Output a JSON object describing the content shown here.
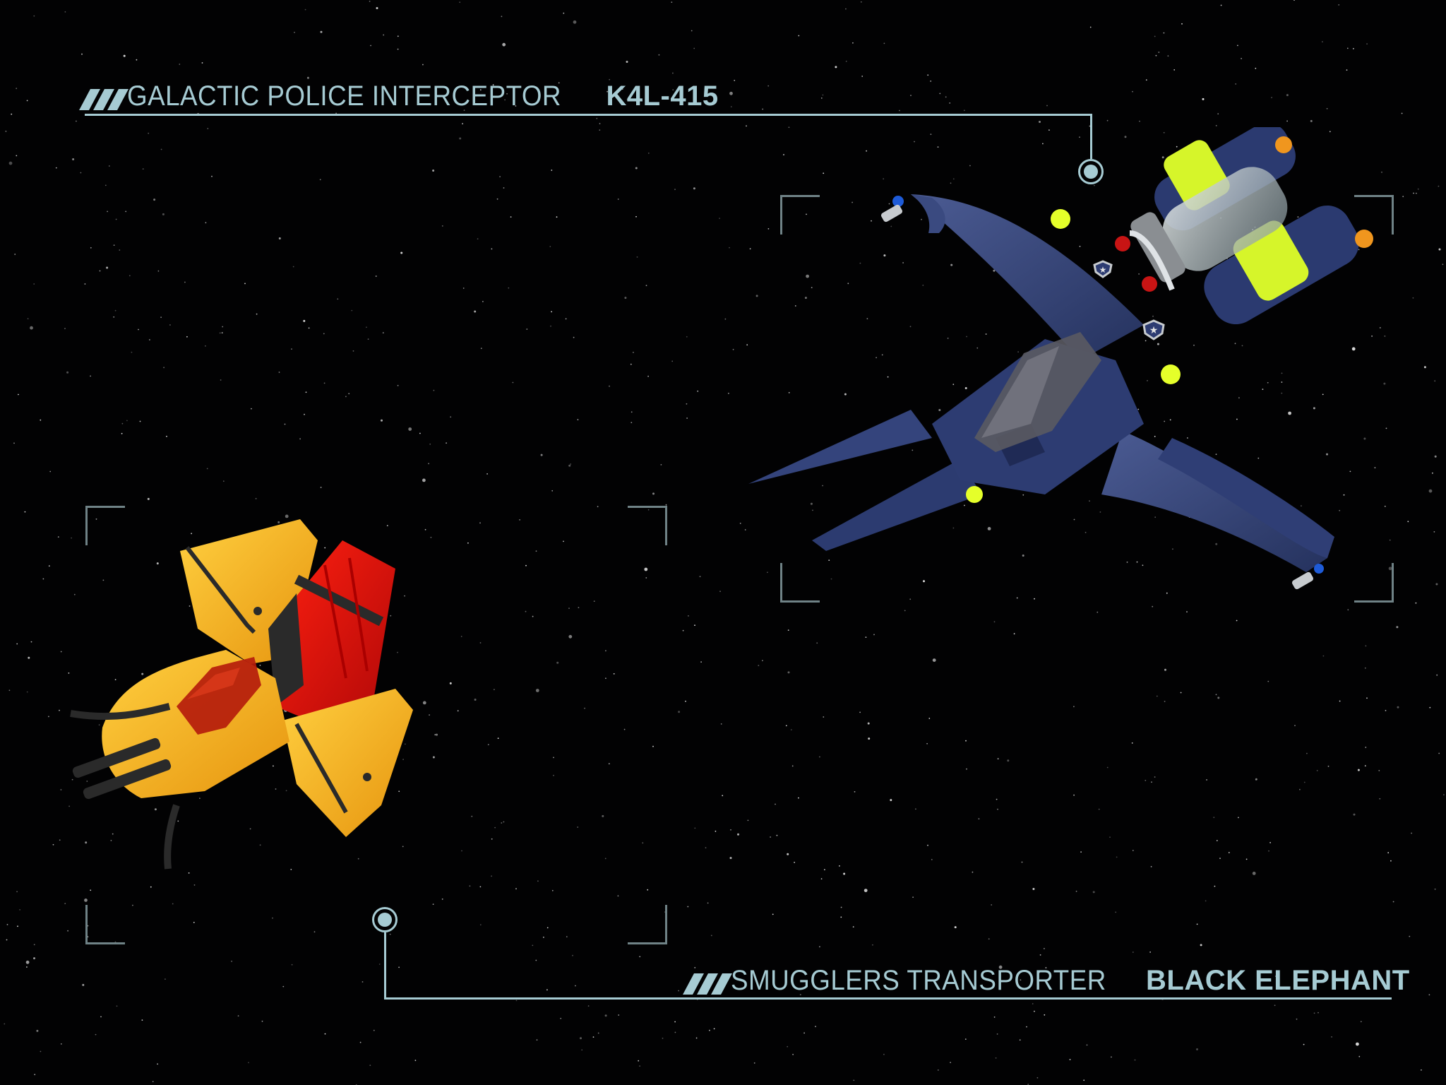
{
  "scene": {
    "background_color": "#020203",
    "accent_color": "#a6cbd3",
    "bracket_color": "#6f8286"
  },
  "captions": {
    "top": {
      "prefix_icon": "triple-slash-stripes-icon",
      "light_text": "GALACTIC POLICE INTERCEPTOR",
      "bold_text": "K4L-415"
    },
    "bottom": {
      "prefix_icon": "triple-slash-stripes-icon",
      "light_text": "SMUGGLERS TRANSPORTER",
      "bold_text": "BLACK ELEPHANT"
    }
  },
  "ships": {
    "interceptor": {
      "name": "Galactic Police Interceptor K4L-415",
      "hull_color": "#2e3d73",
      "accent_color": "#d6f52a",
      "canopy_color": "#4a4a52",
      "badge_icon": "police-star-shield-icon"
    },
    "transporter": {
      "name": "Smugglers Transporter Black Elephant",
      "hull_color": "#f5b41e",
      "cargo_color": "#e0100e",
      "canopy_color": "#b01a0a",
      "trim_color": "#2a2a2a"
    }
  }
}
